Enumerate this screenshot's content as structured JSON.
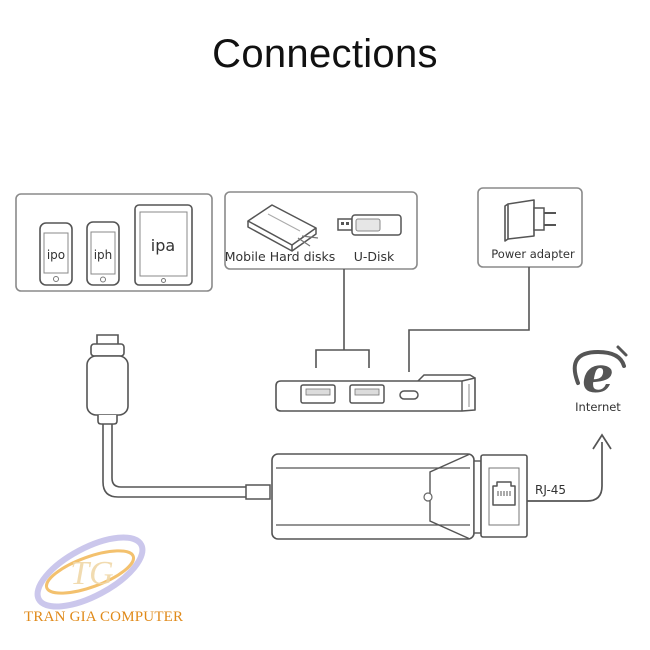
{
  "title": "Connections",
  "devices": {
    "ipod": "ipo",
    "iphone": "iph",
    "ipad": "ipa"
  },
  "storage": {
    "hdd": "Mobile Hard disks",
    "udisk": "U-Disk"
  },
  "power": {
    "label": "Power adapter"
  },
  "network": {
    "internet": "Internet",
    "port": "RJ-45"
  },
  "watermark": {
    "text": "TRAN GIA COMPUTER",
    "logo_letters": "TG"
  }
}
